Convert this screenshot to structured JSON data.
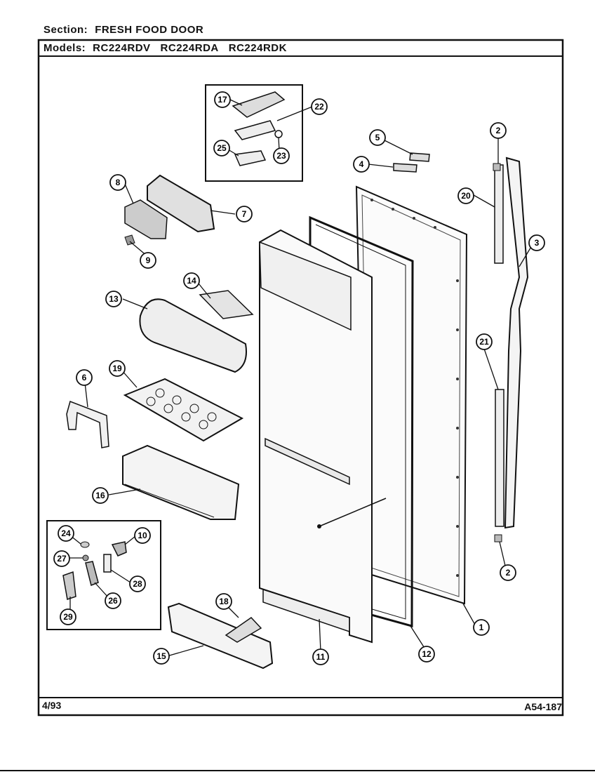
{
  "header": {
    "section_label": "Section:",
    "section_name": "FRESH FOOD DOOR",
    "models_label": "Models:",
    "models": [
      "RC224RDV",
      "RC224RDA",
      "RC224RDK"
    ]
  },
  "footer": {
    "date": "4/93",
    "doc_id": "A54-187"
  },
  "callouts": [
    "1",
    "2",
    "2",
    "3",
    "4",
    "5",
    "6",
    "7",
    "8",
    "9",
    "11",
    "12",
    "13",
    "14",
    "15",
    "16",
    "17",
    "18",
    "19",
    "20",
    "21",
    "22",
    "23",
    "24",
    "25",
    "26",
    "27",
    "28",
    "29",
    "10"
  ]
}
